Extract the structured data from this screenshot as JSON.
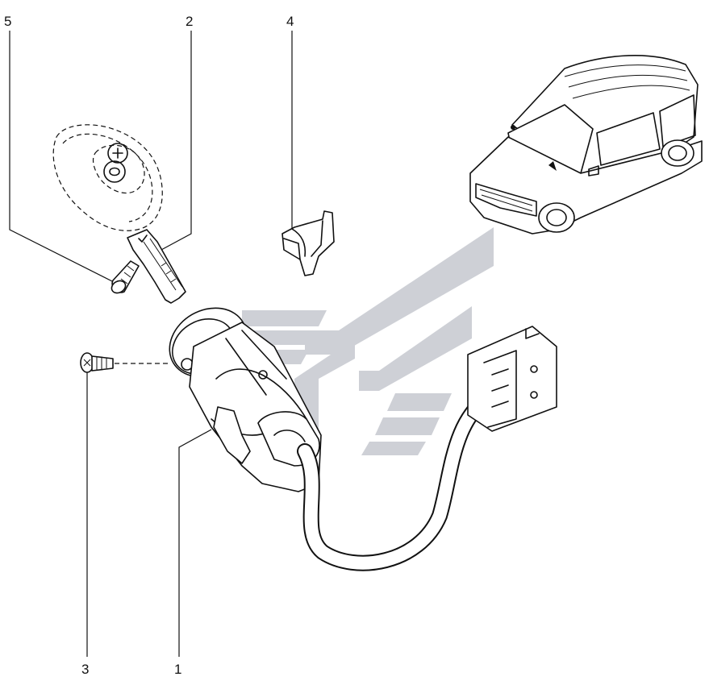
{
  "callouts": [
    {
      "id": "1",
      "label": "1"
    },
    {
      "id": "2",
      "label": "2"
    },
    {
      "id": "3",
      "label": "3"
    },
    {
      "id": "4",
      "label": "4"
    },
    {
      "id": "5",
      "label": "5"
    }
  ],
  "watermark": {
    "color": "#c9ccd2",
    "kind": "stylized-logo"
  },
  "colors": {
    "ink": "#111111",
    "background": "#ffffff"
  }
}
